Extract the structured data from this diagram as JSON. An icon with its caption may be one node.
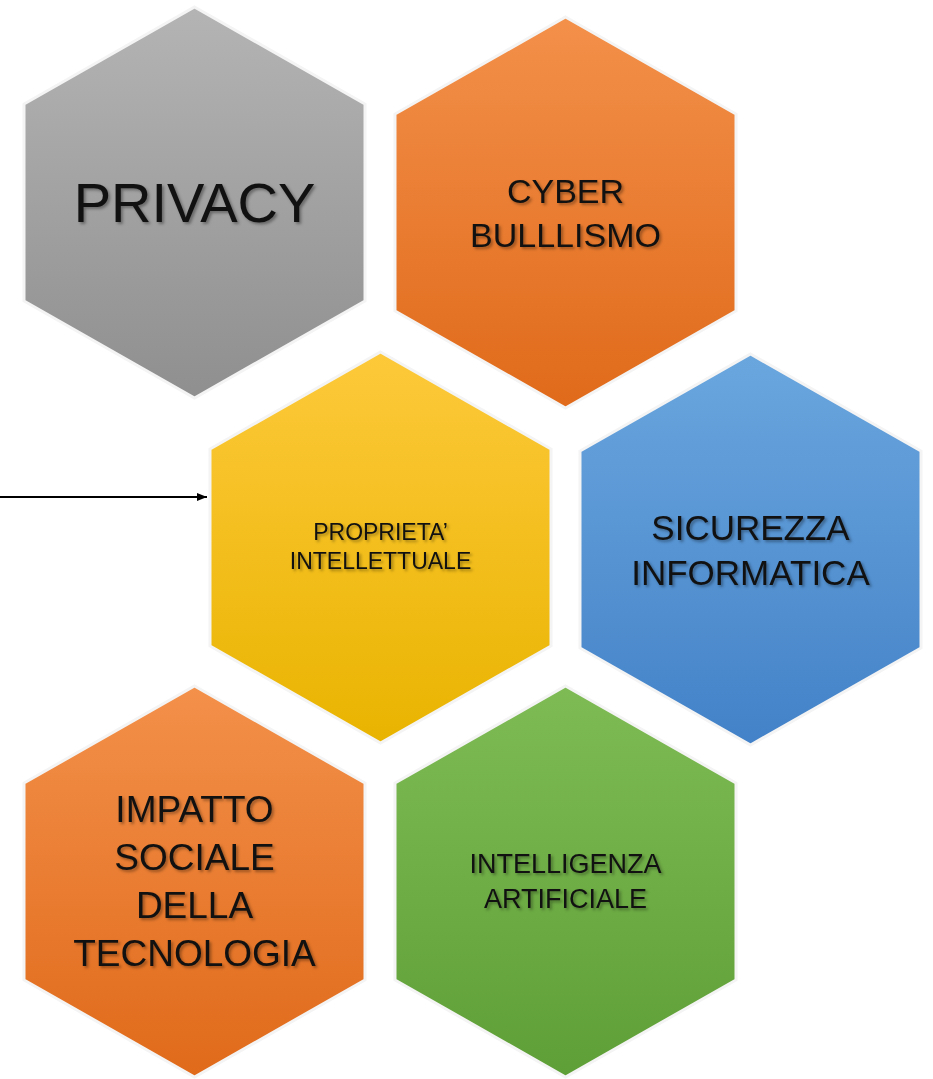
{
  "diagram": {
    "nodes": [
      {
        "text": [
          "PRIVACY"
        ]
      },
      {
        "text": [
          "CYBER BULLLISMO"
        ]
      },
      {
        "text": [
          "PROPRIETA’ INTELLETTUALE"
        ]
      },
      {
        "text": [
          "SICUREZZA INFORMATICA"
        ]
      },
      {
        "text": [
          "IMPATTO SOCIALE DELLA TECNOLOGIA"
        ]
      },
      {
        "text": [
          "INTELLIGENZA ARTIFICIALE"
        ]
      }
    ],
    "edges": [
      {
        "from": null,
        "to": 2,
        "arrow": "to"
      }
    ]
  }
}
